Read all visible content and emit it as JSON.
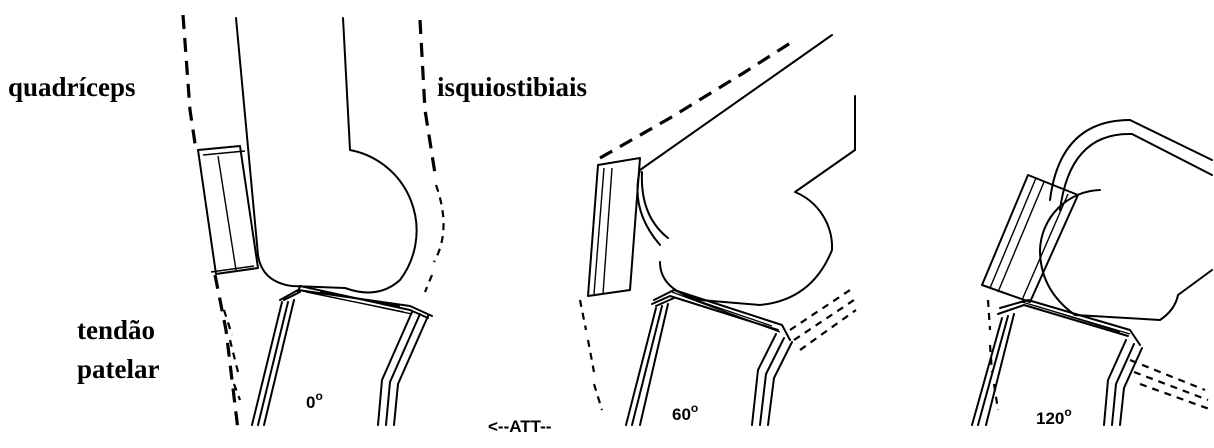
{
  "labels": {
    "quadriceps": "quadríceps",
    "hamstrings": "isquiostibiais",
    "patellar_tendon_line1": "tendão",
    "patellar_tendon_line2": "patelar"
  },
  "panels": [
    {
      "angle_value": "0",
      "angle_unit": "o"
    },
    {
      "angle_value": "60",
      "angle_unit": "o",
      "translation_label": "<--ATT--"
    },
    {
      "angle_value": "120",
      "angle_unit": "o"
    }
  ]
}
